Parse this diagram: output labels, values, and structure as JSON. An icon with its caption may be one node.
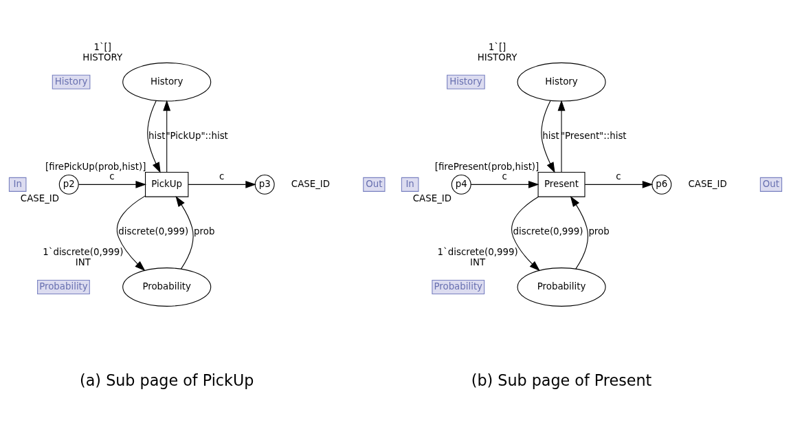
{
  "diagram": {
    "nodes": [
      {
        "text": [
          "History"
        ],
        "beside": [
          "1`[]",
          "HISTORY"
        ]
      },
      {
        "text": [
          "History"
        ]
      },
      {
        "text": [
          "PickUp"
        ],
        "beside": [
          "[firePickUp(prob,hist)]"
        ]
      },
      {
        "text": [
          "p2"
        ],
        "beside": [
          "CASE_ID"
        ]
      },
      {
        "text": [
          "In"
        ]
      },
      {
        "text": [
          "p3"
        ],
        "beside": [
          "CASE_ID"
        ]
      },
      {
        "text": [
          "Out"
        ]
      },
      {
        "text": [
          "Probability"
        ],
        "beside": [
          "1`discrete(0,999)",
          "INT"
        ]
      },
      {
        "text": [
          "Probability"
        ]
      },
      {
        "text": [
          "History"
        ],
        "beside": [
          "1`[]",
          "HISTORY"
        ]
      },
      {
        "text": [
          "History"
        ]
      },
      {
        "text": [
          "Present"
        ],
        "beside": [
          "[firePresent(prob,hist)]"
        ]
      },
      {
        "text": [
          "p4"
        ],
        "beside": [
          "CASE_ID"
        ]
      },
      {
        "text": [
          "In"
        ]
      },
      {
        "text": [
          "p6"
        ],
        "beside": [
          "CASE_ID"
        ]
      },
      {
        "text": [
          "Out"
        ]
      },
      {
        "text": [
          "Probability"
        ],
        "beside": [
          "1`discrete(0,999)",
          "INT"
        ]
      },
      {
        "text": [
          "Probability"
        ]
      }
    ],
    "edges": [
      {
        "from": 0,
        "to": 2,
        "arrow": "to",
        "label": "hist"
      },
      {
        "from": 2,
        "to": 0,
        "arrow": "to",
        "label": "\"PickUp\"::hist"
      },
      {
        "from": 3,
        "to": 2,
        "arrow": "to",
        "label": "c"
      },
      {
        "from": 2,
        "to": 5,
        "arrow": "to",
        "label": "c"
      },
      {
        "from": 7,
        "to": 2,
        "arrow": "to",
        "label": "prob"
      },
      {
        "from": 2,
        "to": 7,
        "arrow": "to",
        "label": "discrete(0,999)"
      },
      {
        "from": 9,
        "to": 11,
        "arrow": "to",
        "label": "hist"
      },
      {
        "from": 11,
        "to": 9,
        "arrow": "to",
        "label": "\"Present\"::hist"
      },
      {
        "from": 12,
        "to": 11,
        "arrow": "to",
        "label": "c"
      },
      {
        "from": 11,
        "to": 14,
        "arrow": "to",
        "label": "c"
      },
      {
        "from": 16,
        "to": 11,
        "arrow": "to",
        "label": "prob"
      },
      {
        "from": 11,
        "to": 16,
        "arrow": "to",
        "label": "discrete(0,999)"
      }
    ],
    "labels": [
      "(a) Sub page of PickUp",
      "(b) Sub page of Present"
    ]
  }
}
